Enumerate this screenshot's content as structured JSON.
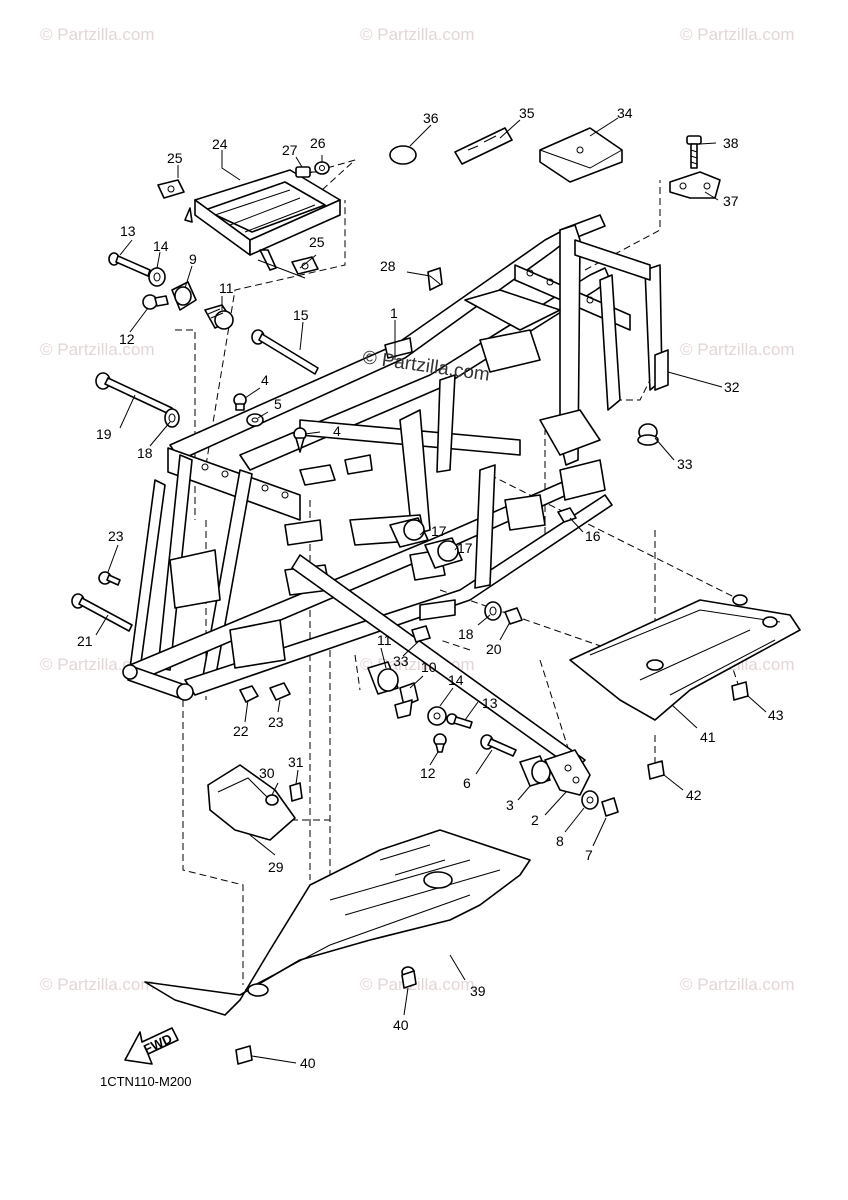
{
  "watermark": {
    "text": "© Partzilla.com",
    "color": "#e3d6d6"
  },
  "center_watermark": "© Partzilla.com",
  "diagram_code": "1CTN110-M200",
  "fwd_label": "FWD",
  "callouts": [
    {
      "id": "1",
      "label": "1"
    },
    {
      "id": "2",
      "label": "2"
    },
    {
      "id": "3",
      "label": "3"
    },
    {
      "id": "4a",
      "label": "4"
    },
    {
      "id": "4b",
      "label": "4"
    },
    {
      "id": "5",
      "label": "5"
    },
    {
      "id": "6",
      "label": "6"
    },
    {
      "id": "7",
      "label": "7"
    },
    {
      "id": "8",
      "label": "8"
    },
    {
      "id": "9",
      "label": "9"
    },
    {
      "id": "10",
      "label": "10"
    },
    {
      "id": "11a",
      "label": "11"
    },
    {
      "id": "11b",
      "label": "11"
    },
    {
      "id": "12a",
      "label": "12"
    },
    {
      "id": "12b",
      "label": "12"
    },
    {
      "id": "13a",
      "label": "13"
    },
    {
      "id": "13b",
      "label": "13"
    },
    {
      "id": "14a",
      "label": "14"
    },
    {
      "id": "14b",
      "label": "14"
    },
    {
      "id": "15",
      "label": "15"
    },
    {
      "id": "16",
      "label": "16"
    },
    {
      "id": "17a",
      "label": "17"
    },
    {
      "id": "17b",
      "label": "17"
    },
    {
      "id": "18a",
      "label": "18"
    },
    {
      "id": "18b",
      "label": "18"
    },
    {
      "id": "19",
      "label": "19"
    },
    {
      "id": "20",
      "label": "20"
    },
    {
      "id": "21",
      "label": "21"
    },
    {
      "id": "22",
      "label": "22"
    },
    {
      "id": "23a",
      "label": "23"
    },
    {
      "id": "23b",
      "label": "23"
    },
    {
      "id": "24",
      "label": "24"
    },
    {
      "id": "25a",
      "label": "25"
    },
    {
      "id": "25b",
      "label": "25"
    },
    {
      "id": "26",
      "label": "26"
    },
    {
      "id": "27",
      "label": "27"
    },
    {
      "id": "28",
      "label": "28"
    },
    {
      "id": "29",
      "label": "29"
    },
    {
      "id": "30",
      "label": "30"
    },
    {
      "id": "31",
      "label": "31"
    },
    {
      "id": "32",
      "label": "32"
    },
    {
      "id": "33a",
      "label": "33"
    },
    {
      "id": "33b",
      "label": "33"
    },
    {
      "id": "34",
      "label": "34"
    },
    {
      "id": "35",
      "label": "35"
    },
    {
      "id": "36",
      "label": "36"
    },
    {
      "id": "37",
      "label": "37"
    },
    {
      "id": "38",
      "label": "38"
    },
    {
      "id": "39",
      "label": "39"
    },
    {
      "id": "40a",
      "label": "40"
    },
    {
      "id": "40b",
      "label": "40"
    },
    {
      "id": "41",
      "label": "41"
    },
    {
      "id": "42",
      "label": "42"
    },
    {
      "id": "43",
      "label": "43"
    }
  ]
}
